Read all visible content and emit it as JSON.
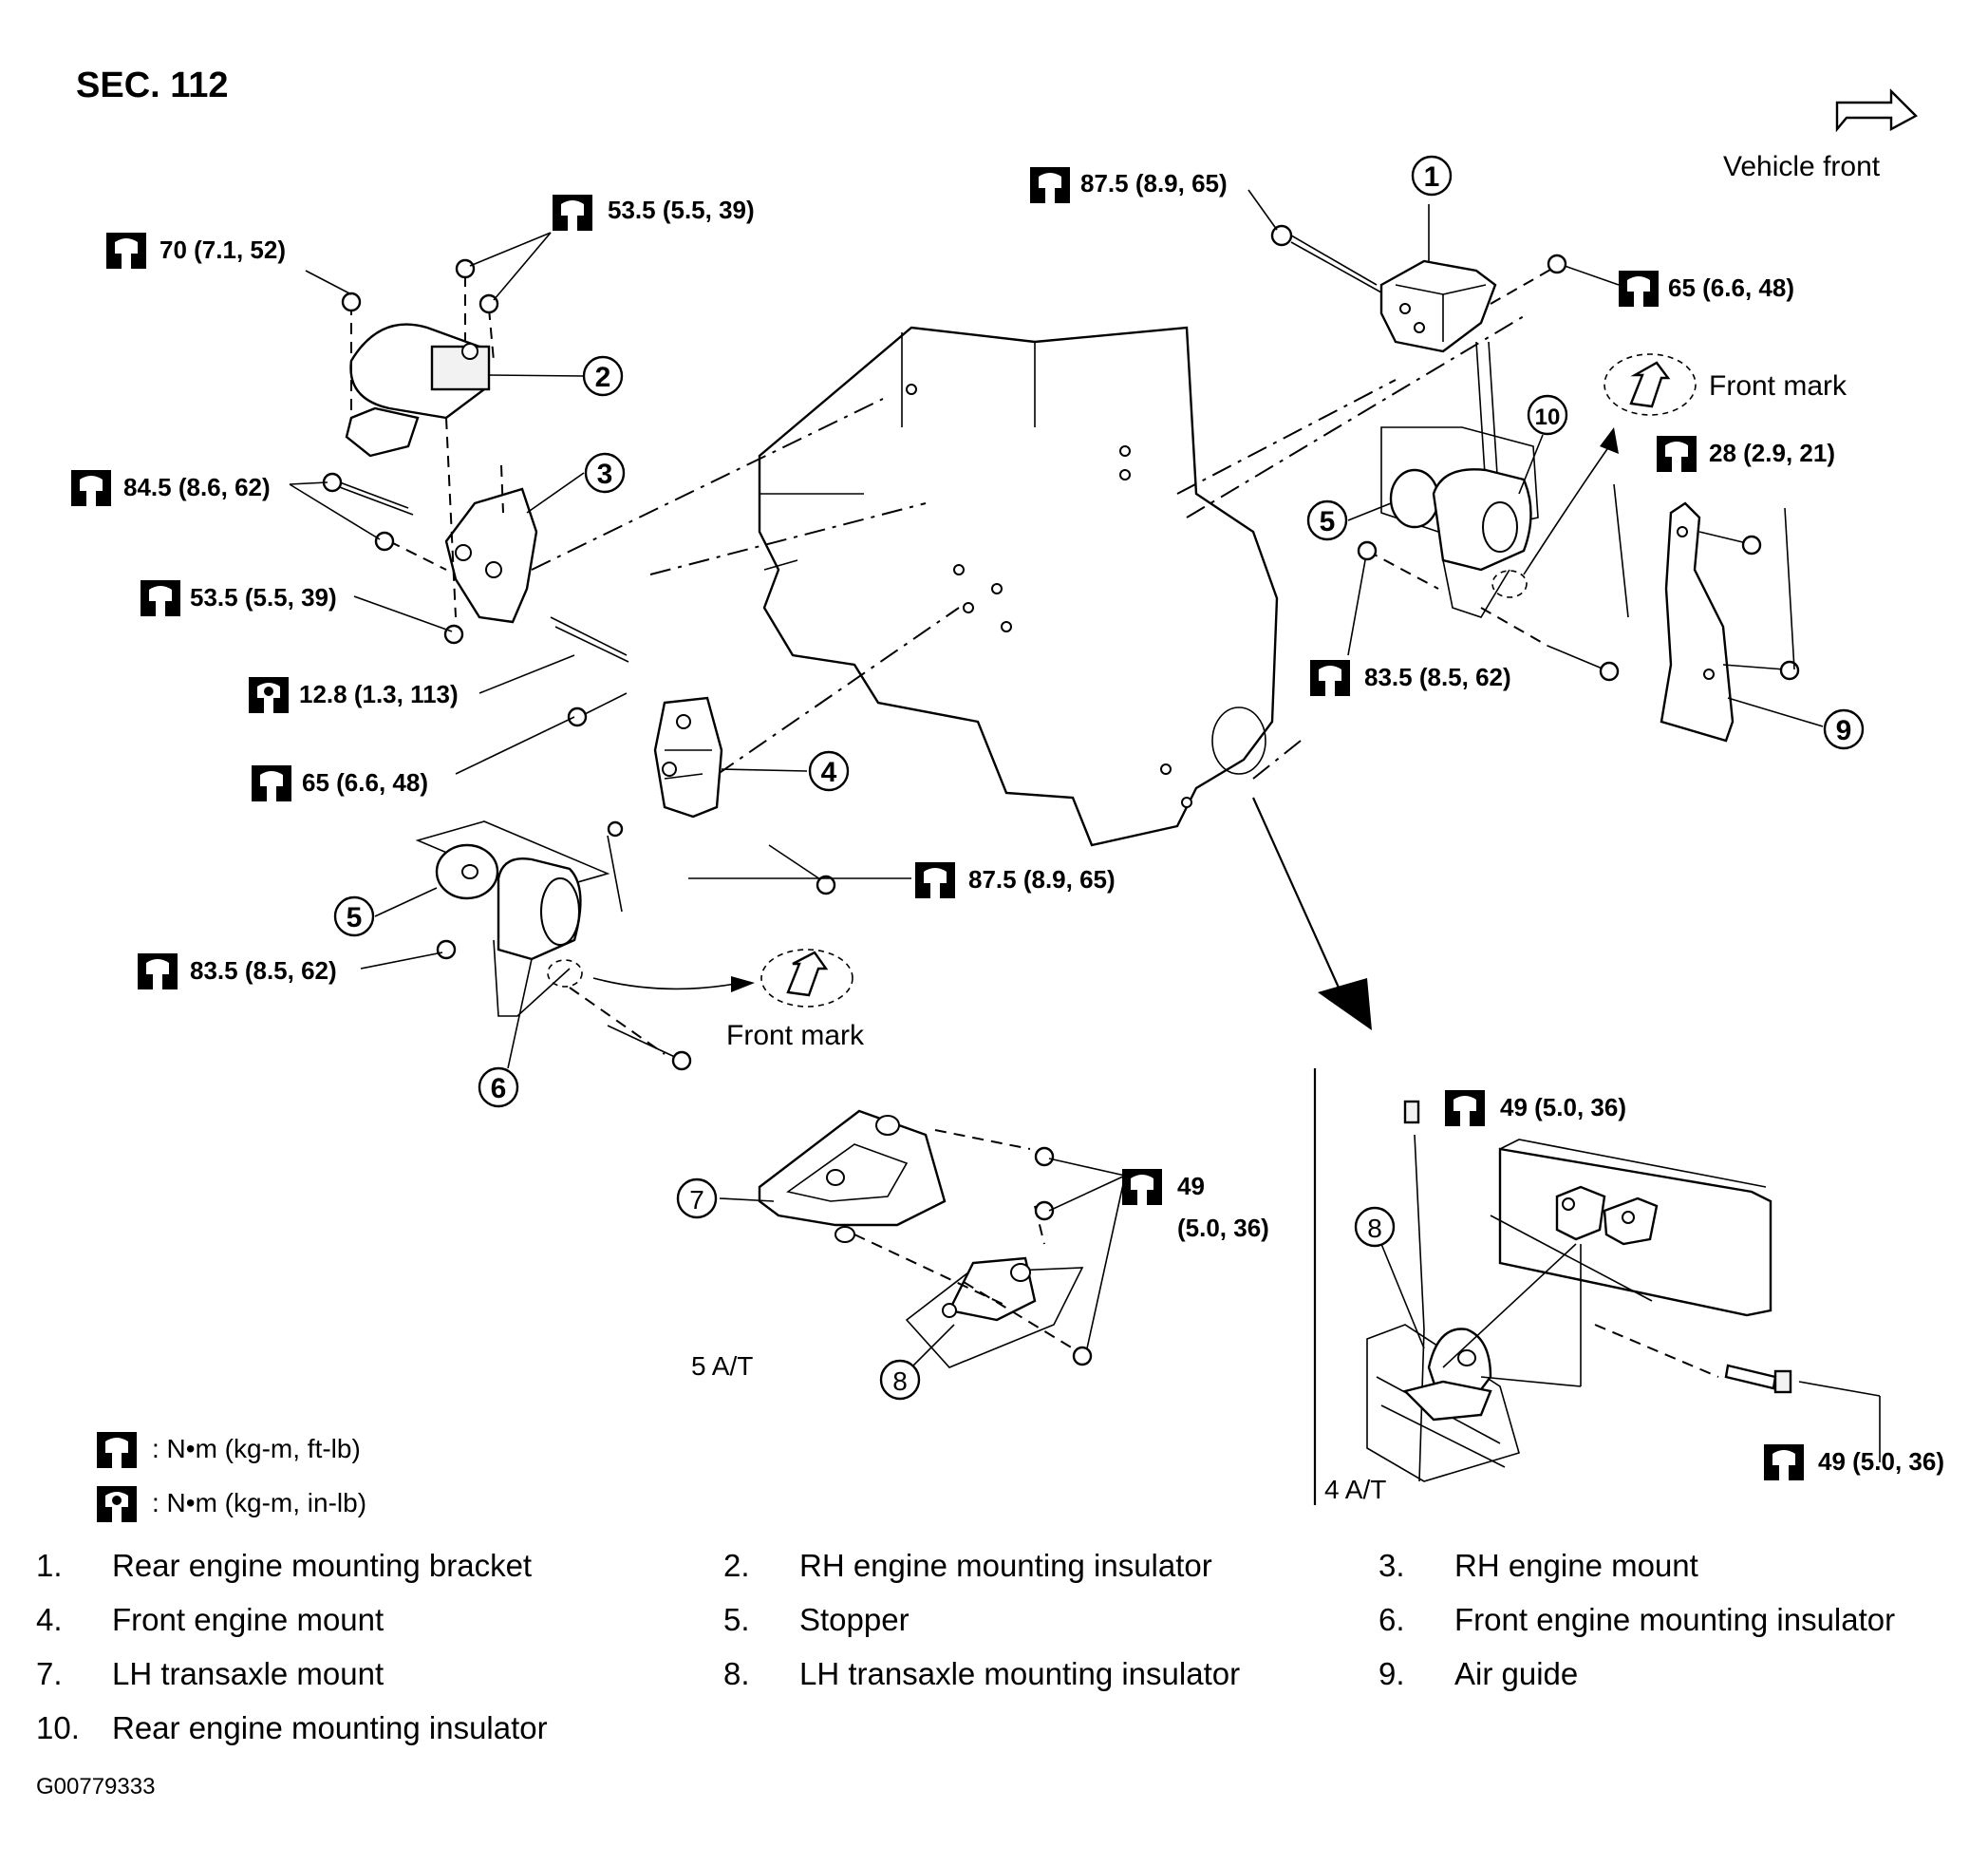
{
  "section": "SEC. 112",
  "vehicle_front": "Vehicle front",
  "front_mark": "Front mark",
  "torques": {
    "t_70": "70 (7.1, 52)",
    "t_53_top": "53.5 (5.5, 39)",
    "t_84": "84.5 (8.6, 62)",
    "t_53_mid": "53.5 (5.5, 39)",
    "t_12": "12.8 (1.3, 113)",
    "t_65_left": "65 (6.6, 48)",
    "t_87_mid": "87.5 (8.9, 65)",
    "t_83_left": "83.5 (8.5, 62)",
    "t_87_top": "87.5 (8.9, 65)",
    "t_65_right": "65 (6.6, 48)",
    "t_28": "28 (2.9, 21)",
    "t_83_right": "83.5 (8.5, 62)",
    "t_49_5at_a": "49",
    "t_49_5at_b": "(5.0, 36)",
    "t_49_4at_top": "49 (5.0, 36)",
    "t_49_4at_bottom": "49 (5.0, 36)"
  },
  "variants": {
    "five_at": "5 A/T",
    "four_at": "4 A/T"
  },
  "key": {
    "nm_ftlb": ": N•m  (kg-m,  ft-lb)",
    "nm_inlb": ": N•m  (kg-m,  in-lb)"
  },
  "callout_numbers": [
    "1",
    "2",
    "3",
    "4",
    "5",
    "6",
    "7",
    "8",
    "9",
    "10"
  ],
  "legend": [
    {
      "num": "1.",
      "label": "Rear engine mounting bracket"
    },
    {
      "num": "2.",
      "label": "RH engine mounting insulator"
    },
    {
      "num": "3.",
      "label": "RH engine mount"
    },
    {
      "num": "4.",
      "label": "Front engine mount"
    },
    {
      "num": "5.",
      "label": "Stopper"
    },
    {
      "num": "6.",
      "label": "Front engine mounting insulator"
    },
    {
      "num": "7.",
      "label": "LH transaxle mount"
    },
    {
      "num": "8.",
      "label": "LH transaxle mounting insulator"
    },
    {
      "num": "9.",
      "label": "Air guide"
    },
    {
      "num": "10.",
      "label": "Rear engine mounting insulator"
    }
  ],
  "figure_id": "G00779333"
}
